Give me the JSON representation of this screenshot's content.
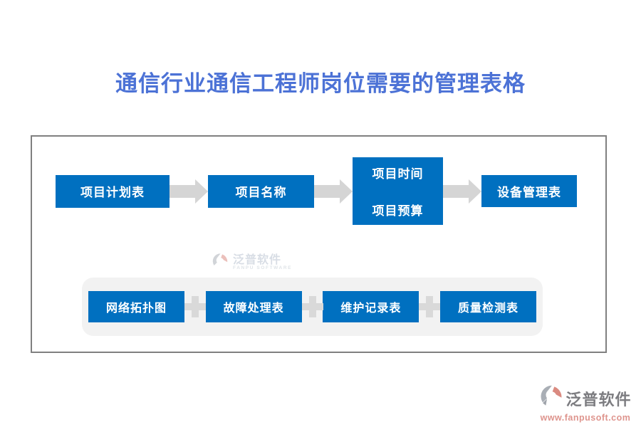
{
  "page": {
    "title": "通信行业通信工程师岗位需要的管理表格"
  },
  "flow": {
    "nodes": [
      {
        "label": "项目计划表"
      },
      {
        "label": "项目名称"
      },
      {
        "line1": "项目时间",
        "line2": "项目预算"
      },
      {
        "label": "设备管理表"
      }
    ]
  },
  "bottom_group": {
    "items": [
      {
        "label": "网络拓扑图"
      },
      {
        "label": "故障处理表"
      },
      {
        "label": "维护记录表"
      },
      {
        "label": "质量检测表"
      }
    ]
  },
  "watermark": {
    "brand": "泛普软件",
    "subtitle": "FANPU SOFTWARE"
  },
  "footer": {
    "brand": "泛普软件",
    "url": "www.fanpusoft.com"
  },
  "colors": {
    "title_blue": "#4c72d6",
    "node_blue": "#0070c0",
    "arrow_gray": "#d5d5d5",
    "plus_gray": "#d9d9d9",
    "strip_bg": "#f2f2f2",
    "canvas_border": "#808080",
    "footer_brand_gray": "#66666b",
    "footer_url_salmon": "#d9827a",
    "watermark_gray_blue": "#a9b6c6",
    "logo_gray": "#9ba1a9",
    "logo_red": "#d4766b"
  }
}
